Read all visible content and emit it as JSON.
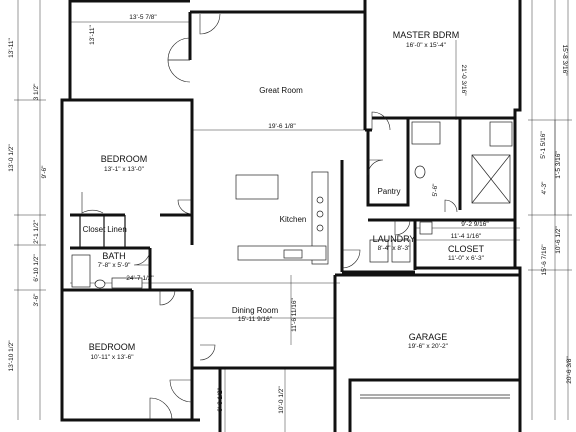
{
  "rooms": {
    "master": {
      "name": "MASTER BDRM",
      "size": "16'-0\" x 15'-4\""
    },
    "great_room": {
      "name": "Great Room"
    },
    "bedroom_1": {
      "name": "BEDROOM",
      "size": "13'-1\" x 13'-0\""
    },
    "bedroom_2": {
      "name": "BEDROOM",
      "size": "10'-11\" x 13'-6\""
    },
    "kitchen": {
      "name": "Kitchen"
    },
    "pantry": {
      "name": "Pantry"
    },
    "laundry": {
      "name": "LAUNDRY",
      "size": "8'-4\" x 8'-3\""
    },
    "closet_master": {
      "name": "CLOSET",
      "size": "11'-0\" x 6'-3\""
    },
    "bath": {
      "name": "BATH",
      "size": "7'-8\" x 5'-9\""
    },
    "closet_small": {
      "name": "Closet"
    },
    "linen": {
      "name": "Linen"
    },
    "dining": {
      "name": "Dining Room",
      "size": "15'-11 9/16\""
    },
    "garage": {
      "name": "GARAGE",
      "size": "19'-6\" x 20'-2\""
    }
  },
  "dimensions": {
    "top_great": "13'-5 7/8\"",
    "great_width": "19'-6 1/8\"",
    "master_right_a": "15'-8 3/16\"",
    "master_right_b": "21'-0 3/16\"",
    "closet_a": "9'-2 9/16\"",
    "closet_b": "11'-4 1/16\"",
    "hall": "24'-7 1/2\"",
    "dining_v": "11'-6 11/16\"",
    "left_a": "13'-11\"",
    "left_b": "3 1/2\"",
    "left_c": "13'-0 1/2\"",
    "left_d": "2'-1 1/2\"",
    "left_e": "6'-10 1/2\"",
    "left_f": "13'-10 1/2\"",
    "bed_v": "9'-6\"",
    "right_a": "5'-1 5/16\"",
    "right_b": "10'-6 1/2\"",
    "right_c": "15'-6 7/16\"",
    "right_d": "20'-6 3/8\"",
    "right_e": "4'-3\"",
    "left_g": "3'-6\"",
    "bottom_a": "6'-0 1/2\"",
    "bottom_b": "10'-0 1/2\"",
    "master_v": "5'-6\"",
    "master_v2": "1'-5 3/16\"",
    "kitchen_v": "13'-11\""
  }
}
